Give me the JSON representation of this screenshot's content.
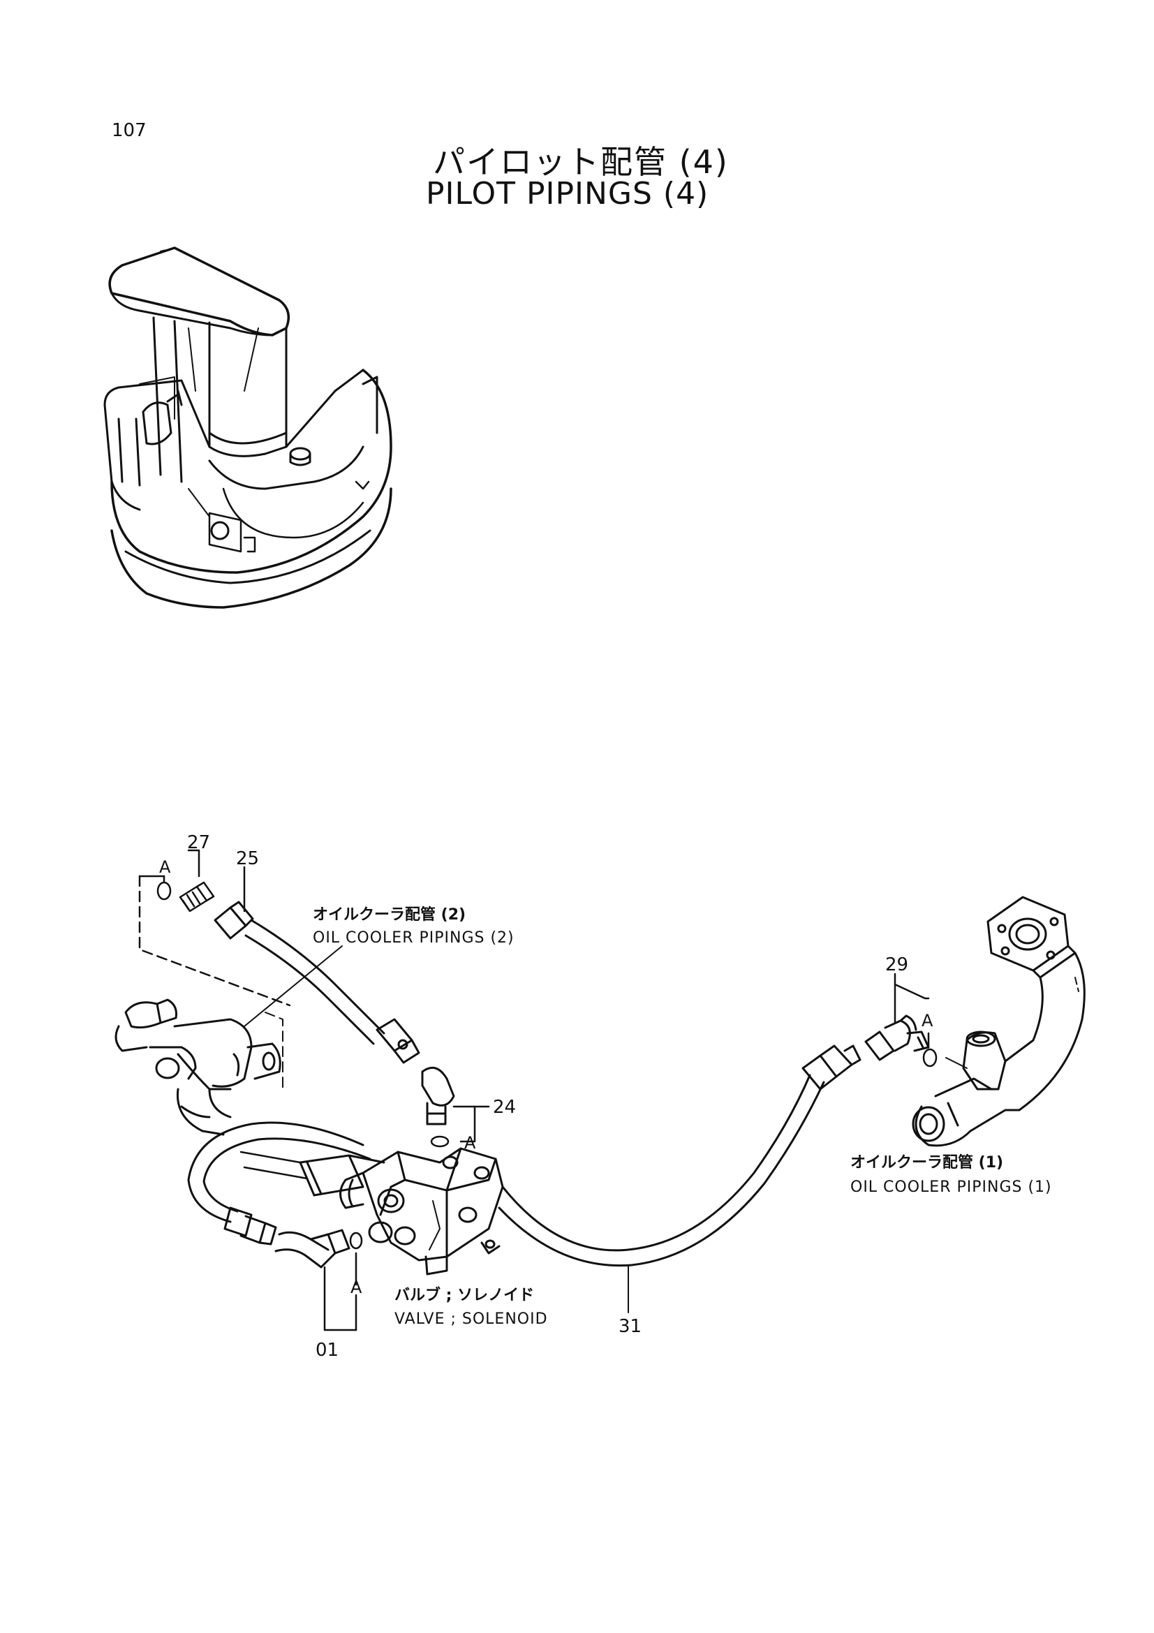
{
  "header": {
    "page_number": "107",
    "title_jp": "パイロット配管  (4)",
    "title_en": "PILOT  PIPINGS  (4)"
  },
  "callouts": {
    "c27": "27",
    "c25": "25",
    "c29": "29",
    "c24": "24",
    "c31": "31",
    "c01": "01"
  },
  "refs": {
    "a_top_left": "A",
    "a_right": "A",
    "a_center": "A",
    "a_bottom": "A"
  },
  "captions": {
    "oil_cooler_2_jp": "オイルクーラ配管 (2)",
    "oil_cooler_2_en": "OIL  COOLER  PIPINGS  (2)",
    "oil_cooler_1_jp": "オイルクーラ配管 (1)",
    "oil_cooler_1_en": "OIL  COOLER  PIPINGS  (1)",
    "valve_jp": "バルブ ; ソレノイド",
    "valve_en": "VALVE ; SOLENOID"
  }
}
